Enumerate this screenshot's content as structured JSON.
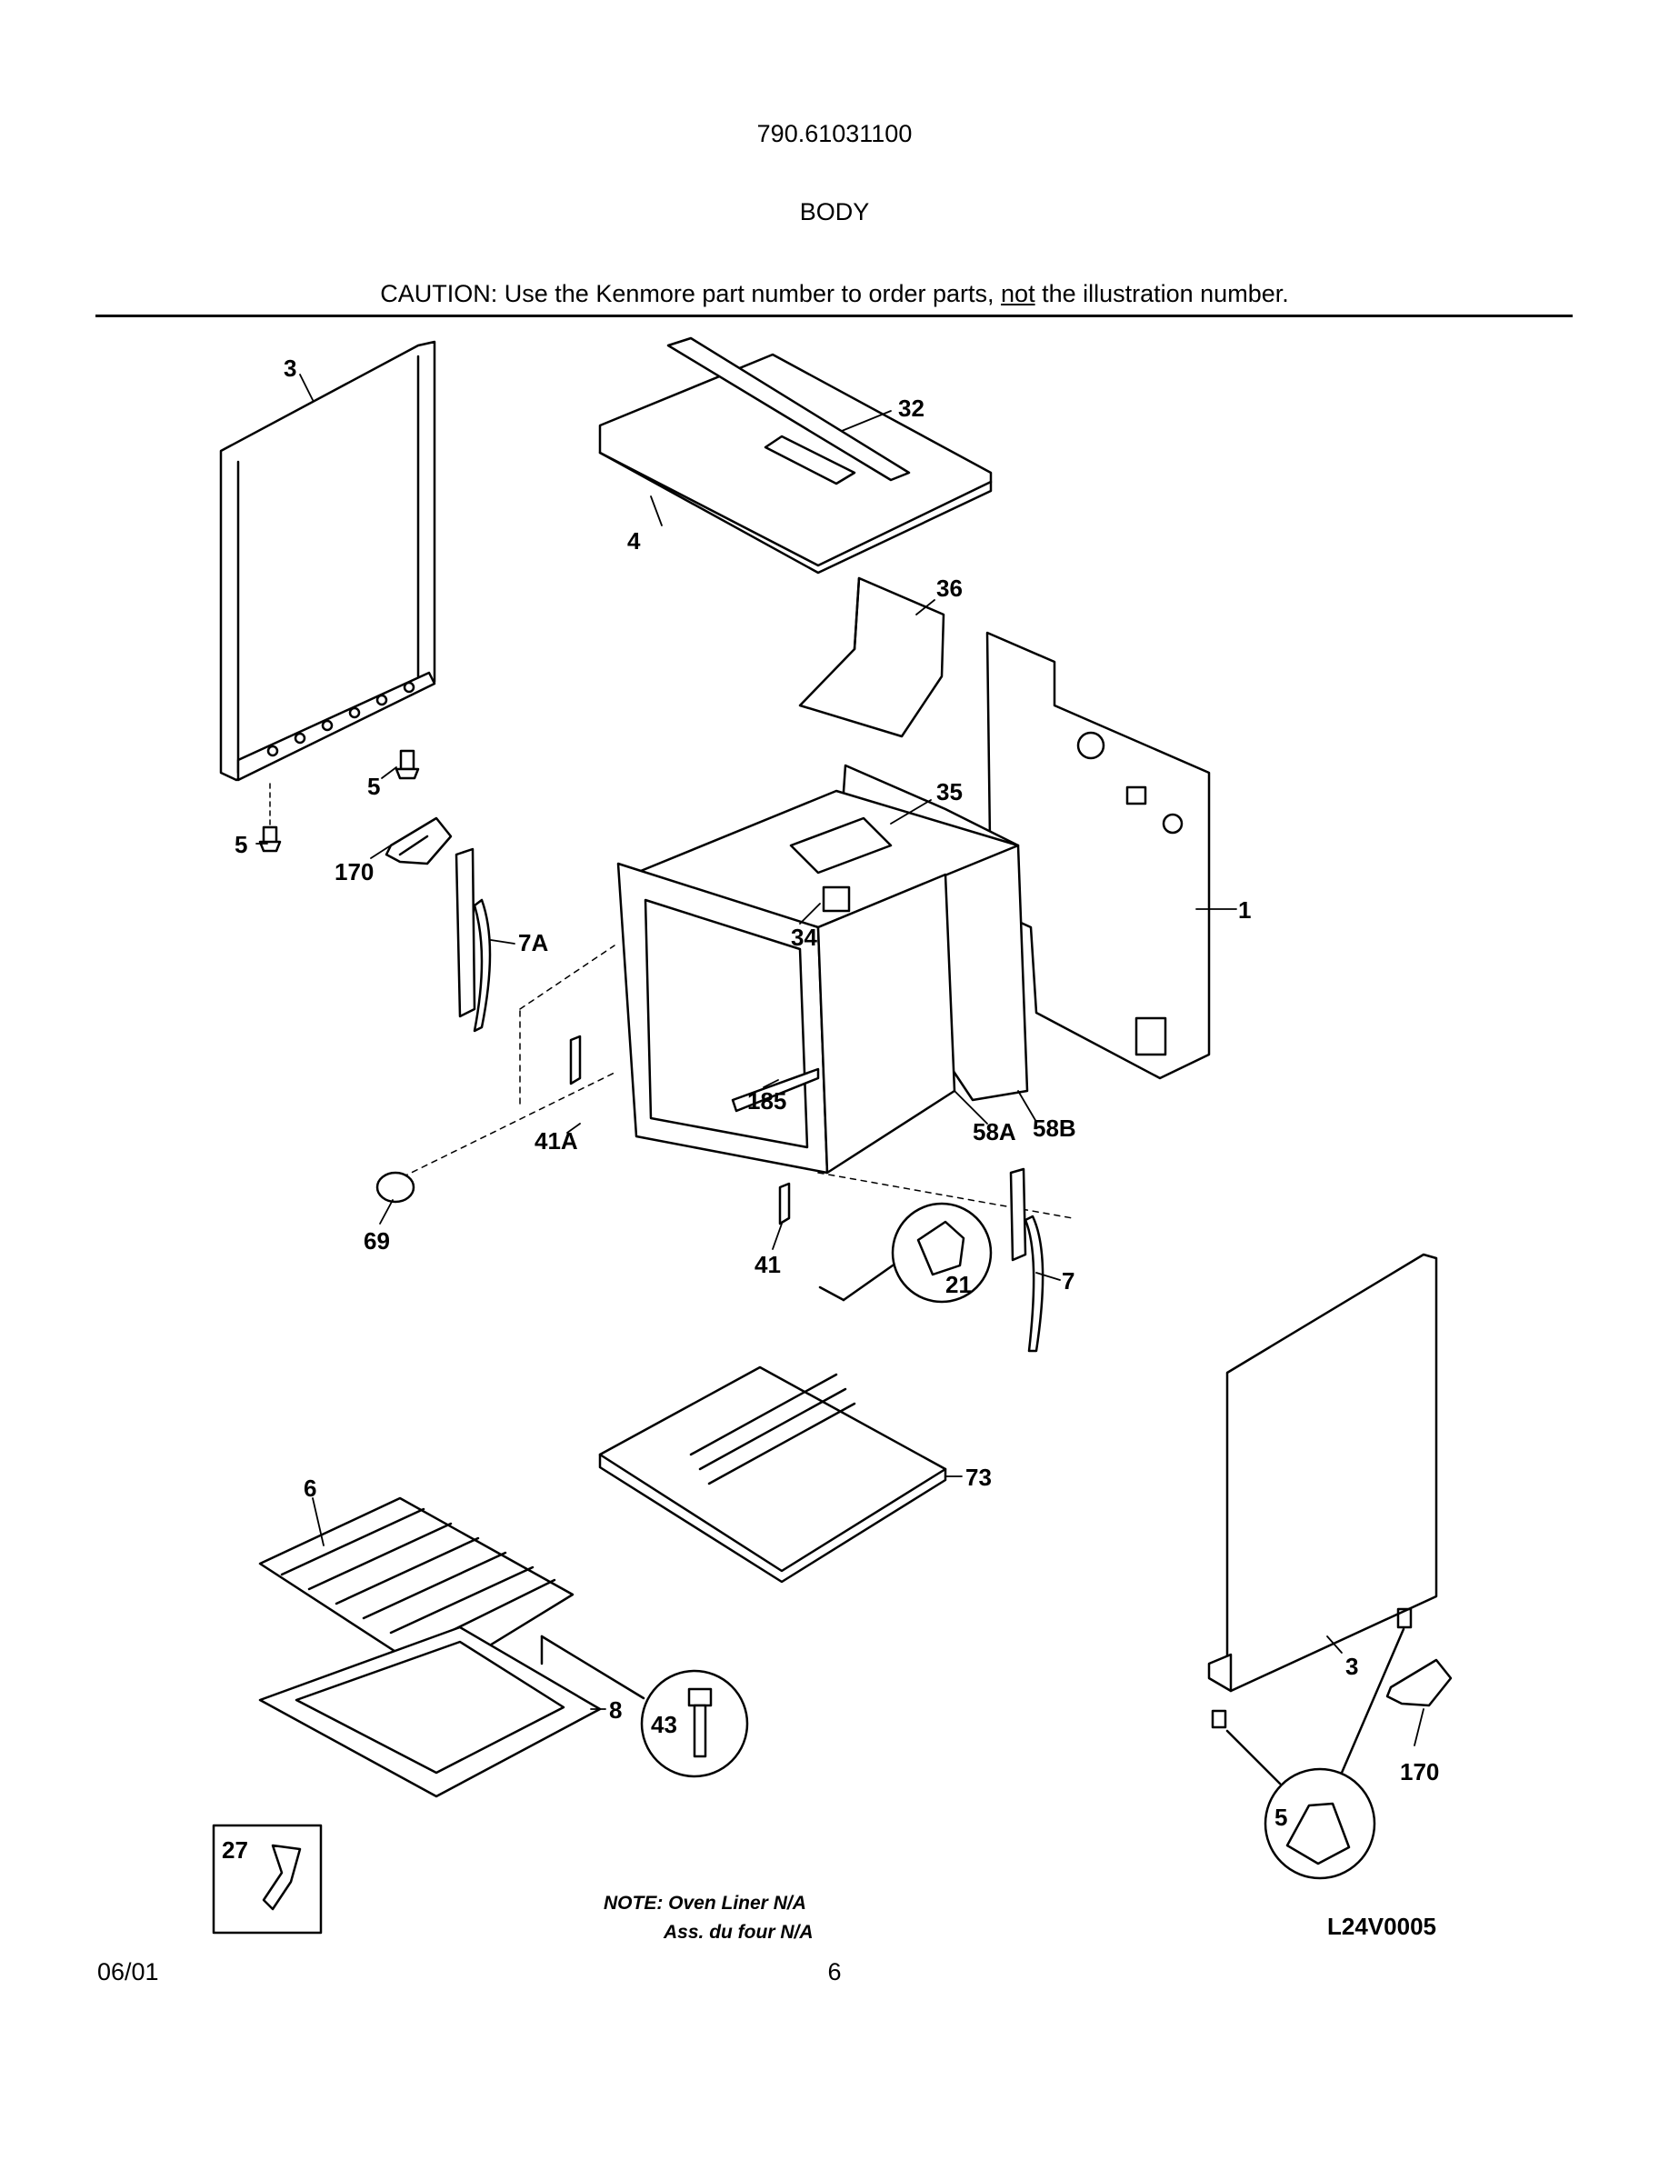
{
  "header": {
    "model_number": "790.61031100",
    "section_title": "BODY",
    "caution_prefix": "CAUTION: Use the Kenmore part number to order parts, ",
    "caution_emphasis": "not",
    "caution_suffix": " the illustration number."
  },
  "callouts": [
    "3",
    "32",
    "4",
    "36",
    "1",
    "35",
    "34",
    "5",
    "5",
    "170",
    "7A",
    "185",
    "58A",
    "58B",
    "41A",
    "69",
    "41",
    "21",
    "7",
    "73",
    "6",
    "8",
    "43",
    "27",
    "3",
    "170",
    "5"
  ],
  "note": {
    "line1": "NOTE: Oven Liner N/A",
    "line2": "Ass. du four N/A"
  },
  "illustration_code": "L24V0005",
  "footer": {
    "date": "06/01",
    "page_number": "6"
  }
}
